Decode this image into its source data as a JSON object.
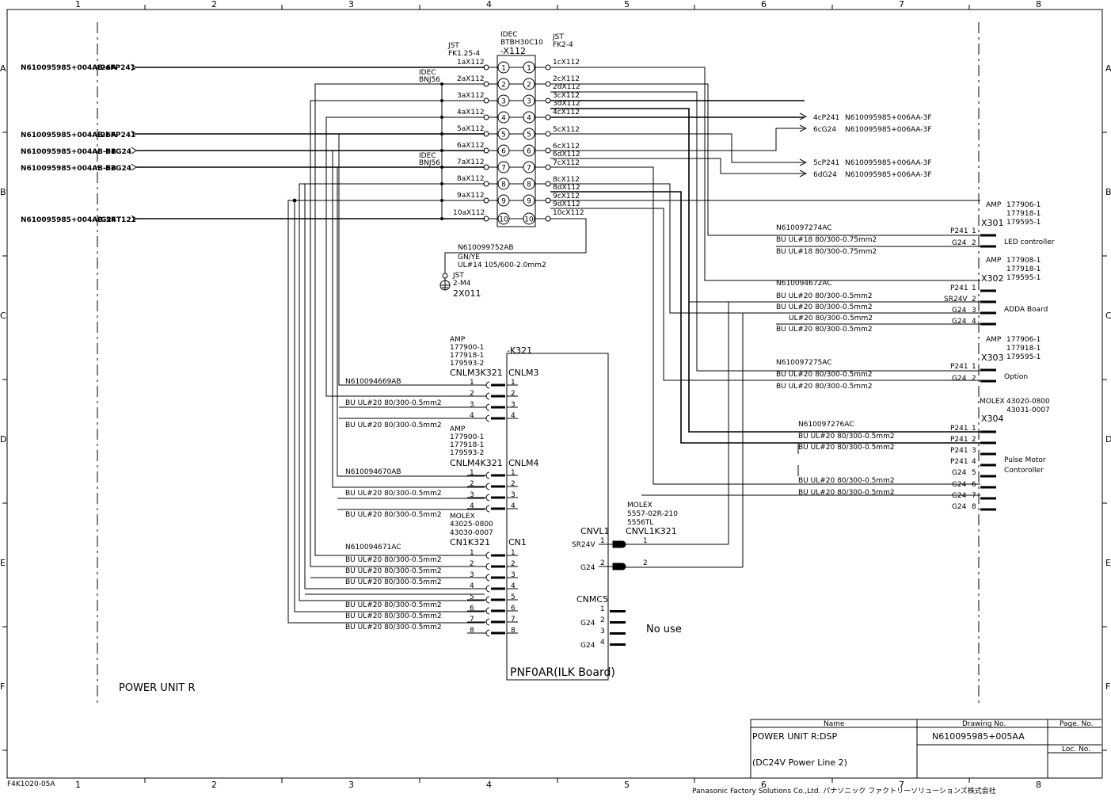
{
  "frame": {
    "cols": [
      "1",
      "2",
      "3",
      "4",
      "5",
      "6",
      "7",
      "8"
    ],
    "rows": [
      "A",
      "B",
      "C",
      "D",
      "E",
      "F"
    ],
    "corner_code": "F4K1020-05A"
  },
  "title_block": {
    "name_header": "Name",
    "drawing_header": "Drawing No.",
    "page_header": "Page. No.",
    "loc_header": "Loc. No.",
    "name_line1": "POWER UNIT R:DSP",
    "name_line2": "(DC24V Power Line 2)",
    "drawing_no": "N610095985+005AA",
    "company": "Panasonic Factory Solutions Co.,Ltd. パナソニック ファクトリーソリューションズ株式会社"
  },
  "left_unit": {
    "label": "POWER  UNIT R",
    "inputs": [
      {
        "src": "N610095985+004AB-6A",
        "sig": "2aFP241"
      },
      {
        "src": "N610095985+004AB-6A",
        "sig": "2bFP241"
      },
      {
        "src": "N610095985+004AB-6B",
        "sig": "B1G24"
      },
      {
        "src": "N610095985+004AB-6B",
        "sig": "B2G24"
      },
      {
        "src": "N610095985+004AB-5F",
        "sig": "G24T121"
      }
    ]
  },
  "x112": {
    "left_vendor": "JST",
    "left_part": "FK1.25-4",
    "mid_vendor": "IDEC",
    "mid_part": "BTBH30C10",
    "name": "-X112",
    "right_vendor": "JST",
    "right_part": "FK2-4",
    "idec_top": "IDEC",
    "idec_top_part": "BNJ56",
    "idec_bot": "IDEC",
    "idec_bot_part": "BNJ56",
    "left_labels": [
      "1aX112",
      "2aX112",
      "3aX112",
      "4aX112",
      "5aX112",
      "6aX112",
      "7aX112",
      "8aX112",
      "9aX112",
      "10aX112"
    ],
    "right_labels": [
      "1cX112",
      "2cX112",
      "2dX112",
      "3cX112",
      "3dX112",
      "4cX112",
      "5cX112",
      "6cX112",
      "6dX112",
      "7cX112",
      "8cX112",
      "8dX112",
      "9cX112",
      "9dX112",
      "10cX112"
    ],
    "terminals": [
      "1",
      "2",
      "3",
      "4",
      "5",
      "6",
      "7",
      "8",
      "9",
      "10"
    ]
  },
  "outputs": [
    {
      "sig": "4cP241",
      "dest": "N610095985+006AA-3F"
    },
    {
      "sig": "6cG24",
      "dest": "N610095985+006AA-3F"
    },
    {
      "sig": "5cP241",
      "dest": "N610095985+006AA-3F"
    },
    {
      "sig": "6dG24",
      "dest": "N610095985+006AA-3F"
    }
  ],
  "ground": {
    "cable": "N610099752AB",
    "wire1": "GN/YE",
    "wire2": "UL#14  105/600-2.0mm2",
    "vendor": "JST",
    "part": "2-M4",
    "name": "2X011"
  },
  "connectors": {
    "x301": {
      "vendor": "AMP",
      "parts": [
        "177906-1",
        "177918-1",
        "179595-1"
      ],
      "name": "X301",
      "desc": "LED controller",
      "cable": "N610097274AC",
      "wires": [
        "BU UL#18 80/300-0.75mm2",
        "BU UL#18 80/300-0.75mm2"
      ],
      "pins": [
        {
          "sig": "P241",
          "n": "1"
        },
        {
          "sig": "G24",
          "n": "2"
        }
      ]
    },
    "x302": {
      "vendor": "AMP",
      "parts": [
        "177908-1",
        "177918-1",
        "179595-1"
      ],
      "name": "X302",
      "desc": "ADDA Board",
      "cable": "N610094672AC",
      "wires": [
        "BU UL#20 80/300-0.5mm2",
        "BU UL#20 80/300-0.5mm2",
        "UL#20 80/300-0.5mm2",
        "BU UL#20 80/300-0.5mm2"
      ],
      "pins": [
        {
          "sig": "P241",
          "n": "1"
        },
        {
          "sig": "SR24V",
          "n": "2"
        },
        {
          "sig": "G24",
          "n": "3"
        },
        {
          "sig": "G24",
          "n": "4"
        }
      ]
    },
    "x303": {
      "vendor": "AMP",
      "parts": [
        "177906-1",
        "177918-1",
        "179595-1"
      ],
      "name": "X303",
      "desc": "Option",
      "cable": "N610097275AC",
      "wires": [
        "BU UL#20 80/300-0.5mm2",
        "BU UL#20 80/300-0.5mm2"
      ],
      "pins": [
        {
          "sig": "P241",
          "n": "1"
        },
        {
          "sig": "G24",
          "n": "2"
        }
      ]
    },
    "x304": {
      "vendor": "MOLEX",
      "parts": [
        "43020-0800",
        "43031-0007"
      ],
      "name": "X304",
      "desc1": "Pulse Motor",
      "desc2": "Contoroller",
      "cable": "N610097276AC",
      "wires": [
        "BU UL#20 80/300-0.5mm2",
        "BU UL#20 80/300-0.5mm2",
        "BU UL#20 80/300-0.5mm2",
        "BU UL#20 80/300-0.5mm2"
      ],
      "pins": [
        {
          "sig": "P241",
          "n": "1"
        },
        {
          "sig": "P241",
          "n": "2"
        },
        {
          "sig": "P241",
          "n": "3"
        },
        {
          "sig": "P241",
          "n": "4"
        },
        {
          "sig": "G24",
          "n": "5"
        },
        {
          "sig": "G24",
          "n": "6"
        },
        {
          "sig": "G24",
          "n": "7"
        },
        {
          "sig": "G24",
          "n": "8"
        }
      ]
    }
  },
  "board": {
    "name": "-K321",
    "label": "PNF0AR(ILK Board)",
    "cnlm3": {
      "vendor": "AMP",
      "parts": [
        "177900-1",
        "177918-1",
        "179593-2"
      ],
      "plug": "CNLM3K321",
      "jack": "CNLM3",
      "cable": "N610094669AB",
      "wires": [
        "BU UL#20 80/300-0.5mm2",
        "BU UL#20 80/300-0.5mm2"
      ],
      "pins": [
        "1",
        "2",
        "3",
        "4"
      ]
    },
    "cnlm4": {
      "vendor": "AMP",
      "parts": [
        "177900-1",
        "177918-1",
        "179593-2"
      ],
      "plug": "CNLM4K321",
      "jack": "CNLM4",
      "cable": "N610094670AB",
      "wires": [
        "BU UL#20 80/300-0.5mm2",
        "BU UL#20 80/300-0.5mm2"
      ],
      "pins": [
        "1",
        "2",
        "3",
        "4"
      ]
    },
    "cn1": {
      "vendor": "MOLEX",
      "parts": [
        "43025-0800",
        "43030-0007"
      ],
      "plug": "CN1K321",
      "jack": "CN1",
      "cable": "N610094671AC",
      "wires": [
        "BU UL#20 80/300-0.5mm2",
        "BU UL#20 80/300-0.5mm2",
        "BU UL#20 80/300-0.5mm2",
        "BU UL#20 80/300-0.5mm2",
        "BU UL#20 80/300-0.5mm2",
        "BU UL#20 80/300-0.5mm2"
      ],
      "pins": [
        "1",
        "2",
        "3",
        "4",
        "5",
        "6",
        "7",
        "8"
      ]
    },
    "cnvl1": {
      "vendor": "MOLEX",
      "parts": [
        "5557-02R-210",
        "5556TL"
      ],
      "plug": "CNVL1K321",
      "jack": "CNVL1",
      "sig1": "SR24V",
      "sig2": "G24",
      "pins": [
        "1",
        "2"
      ]
    },
    "cnmc5": {
      "jack": "CNMC5",
      "sigs": [
        "G24",
        "G24"
      ],
      "pins": [
        "1",
        "2",
        "3",
        "4"
      ],
      "note": "No use"
    }
  }
}
